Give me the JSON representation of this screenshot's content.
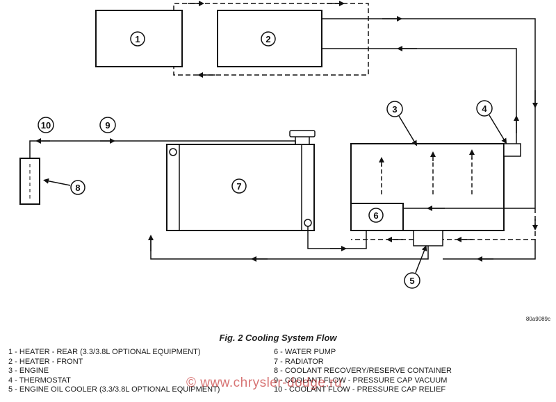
{
  "figure": {
    "caption": "Fig. 2 Cooling System Flow",
    "image_code": "80a9089c",
    "labels": {
      "heater_rear": "1",
      "heater_front": "2",
      "engine": "3",
      "thermostat": "4",
      "oil_cooler": "5",
      "water_pump": "6",
      "radiator": "7",
      "recovery_container": "8",
      "flow_vacuum": "9",
      "flow_relief": "10"
    }
  },
  "legend": {
    "left": [
      "1 - HEATER - REAR (3.3/3.8L OPTIONAL EQUIPMENT)",
      "2 - HEATER - FRONT",
      "3 - ENGINE",
      "4 - THERMOSTAT",
      "5 - ENGINE OIL COOLER (3.3/3.8L OPTIONAL EQUIPMENT)"
    ],
    "right": [
      "6 - WATER PUMP",
      "7 - RADIATOR",
      "8 - COOLANT RECOVERY/RESERVE CONTAINER",
      "9 - COOLANT FLOW - PRESSURE CAP VACUUM",
      "10 - COOLANT FLOW - PRESSURE CAP RELIEF"
    ]
  },
  "watermark": "© www.chrysler-dodge.ru"
}
